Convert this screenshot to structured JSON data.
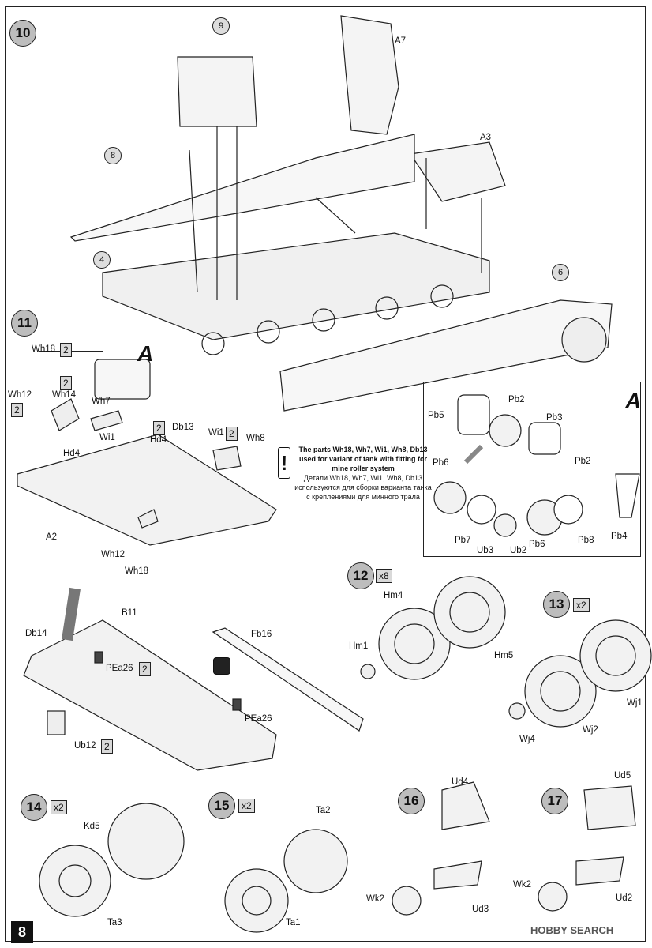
{
  "page_number": "8",
  "steps": {
    "s10": "10",
    "s11": "11",
    "s12": "12",
    "s13": "13",
    "s14": "14",
    "s15": "15",
    "s16": "16",
    "s17": "17"
  },
  "callouts": {
    "c9": "9",
    "c8": "8",
    "c4": "4",
    "c6": "6"
  },
  "quantities": {
    "step12": "x8",
    "step13": "x2",
    "step14": "x2",
    "step15": "x2"
  },
  "section_marker": "A",
  "parts": {
    "A7": "A7",
    "A3": "A3",
    "A2": "A2",
    "Wh18_top": "Wh18",
    "Wh12_left": "Wh12",
    "Wh14": "Wh14",
    "Wh7": "Wh7",
    "Wi1_left": "Wi1",
    "Hd4_left": "Hd4",
    "Hd4_mid": "Hd4",
    "Db13": "Db13",
    "Wi1_right": "Wi1",
    "Wh8": "Wh8",
    "Wh12_bottom": "Wh12",
    "Wh18_bottom": "Wh18",
    "Pb5": "Pb5",
    "Pb2_top": "Pb2",
    "Pb3": "Pb3",
    "Pb6_left": "Pb6",
    "Pb2_mid": "Pb2",
    "Pb7": "Pb7",
    "Ub3": "Ub3",
    "Ub2": "Ub2",
    "Pb6_bottom": "Pb6",
    "Pb8": "Pb8",
    "Pb4": "Pb4",
    "Hm4": "Hm4",
    "Hm1": "Hm1",
    "Hm5": "Hm5",
    "Wj1": "Wj1",
    "Wj2": "Wj2",
    "Wj4": "Wj4",
    "B11": "B11",
    "Fb16": "Fb16",
    "Db14": "Db14",
    "PEa26_left": "PEa26",
    "PEa26_right": "PEa26",
    "Ub12": "Ub12",
    "Kd5": "Kd5",
    "Ta3": "Ta3",
    "Ta2": "Ta2",
    "Ta1": "Ta1",
    "Ud4": "Ud4",
    "Wk2_16": "Wk2",
    "Ud3": "Ud3",
    "Ud5": "Ud5",
    "Wk2_17": "Wk2",
    "Ud2": "Ud2"
  },
  "part_quantities": {
    "Wh18_top": "2",
    "Wh12_left": "2",
    "Wh14": "2",
    "Hd4_mid": "2",
    "Wi1_right": "2",
    "PEa26_left": "2",
    "Ub12": "2"
  },
  "note": {
    "en": "The parts Wh18, Wh7, Wi1, Wh8, Db13 used for variant of tank with fitting for mine roller system",
    "ru": "Детали Wh18, Wh7, Wi1, Wh8, Db13 используются для сборки варианта танка с креплениями для минного трала"
  },
  "watermark": "HOBBY SEARCH"
}
